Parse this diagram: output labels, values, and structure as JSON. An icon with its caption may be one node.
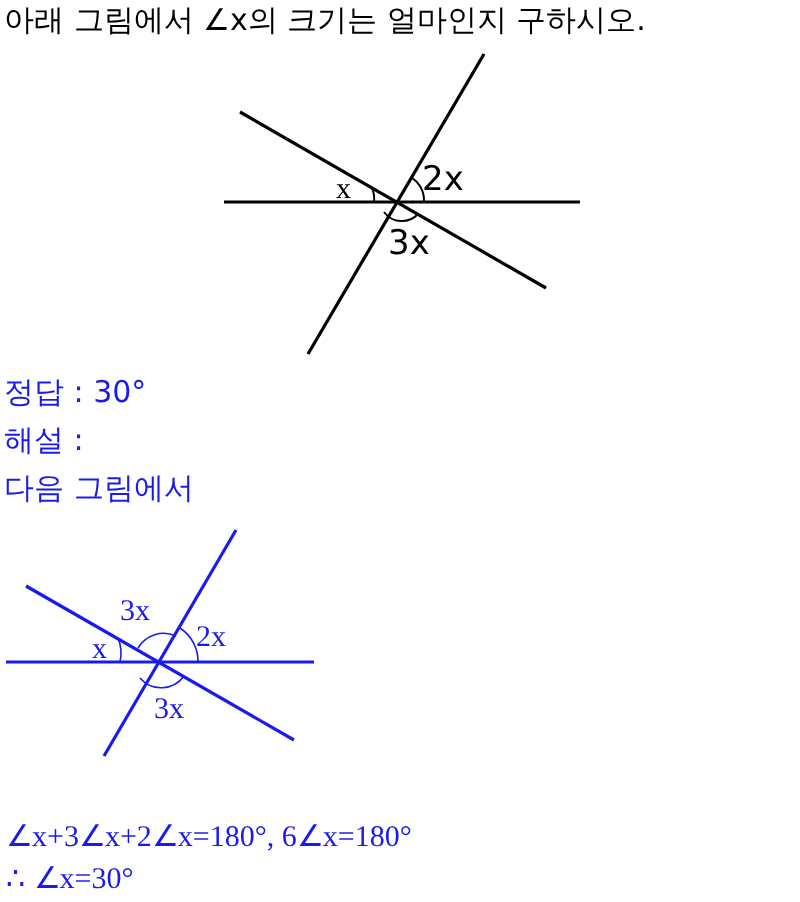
{
  "diagram": {
    "labels": [
      "아래 그림에서 ∠x의 크기는 얼마인지 구하시오.",
      "x",
      "2x",
      "3x",
      "정답 : 30°",
      "해설 :",
      "다음 그림에서",
      "3x",
      "x",
      "2x",
      "3x",
      "∠x+3∠x+2∠x=180°, 6∠x=180°",
      "∴ ∠x=30°"
    ]
  }
}
